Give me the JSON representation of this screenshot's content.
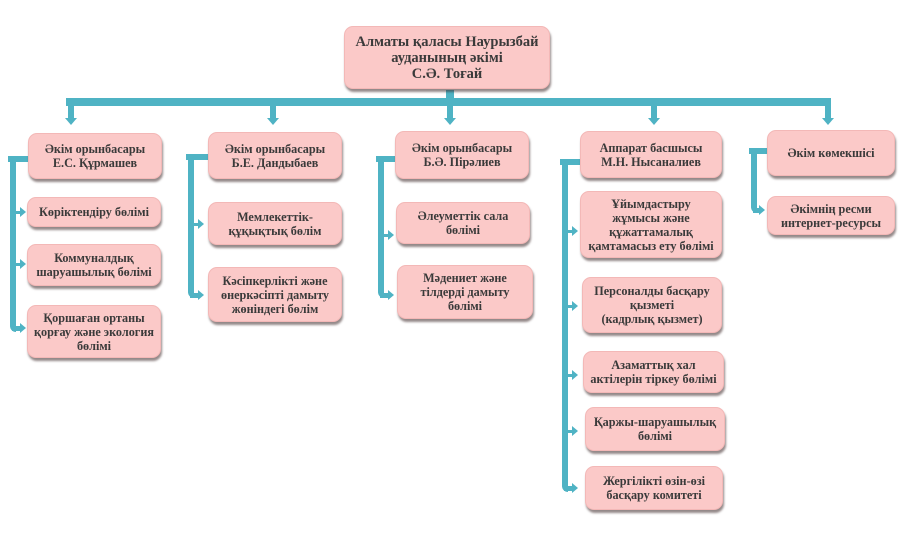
{
  "colors": {
    "box_fill": "#fbc9c8",
    "connector": "#4fb3c4",
    "text": "#3a3a3a"
  },
  "root": {
    "label": "Алматы қаласы Наурызбай\nауданының әкімі\nС.Ә. Тоғай"
  },
  "branches": [
    {
      "head": "Әкім орынбасары\nЕ.С. Құрмашев",
      "children": [
        "Көріктендіру бөлімі",
        "Коммуналдық\nшаруашылық бөлімі",
        "Қоршаған ортаны\nқорғау және экология\nбөлімі"
      ]
    },
    {
      "head": "Әкім орынбасары\nБ.Е. Дандыбаев",
      "children": [
        "Мемлекеттік-\nқұқықтық бөлім",
        "Кәсіпкерлікті және\nөнеркәсіпті дамыту\nжөніндегі бөлім"
      ]
    },
    {
      "head": "Әкім орынбасары\nБ.Ә. Пірәлиев",
      "children": [
        "Әлеуметтік сала\nбөлімі",
        "Мәдениет және\nтілдерді дамыту\nбөлімі"
      ]
    },
    {
      "head": "Аппарат басшысы\nМ.Н. Нысаналиев",
      "children": [
        "Ұйымдастыру\nжұмысы және\nқұжаттамалық\nқамтамасыз ету бөлімі",
        "Персоналды басқару\nқызметі\n(кадрлық қызмет)",
        "Азаматтық хал\nактілерін тіркеу бөлімі",
        "Қаржы-шаруашылық\nбөлімі",
        "Жергілікті өзін-өзі\nбасқару комитеті"
      ]
    },
    {
      "head": "Әкім көмекшісі",
      "children": [
        "Әкімнің ресми\nинтернет-ресурсы"
      ]
    }
  ]
}
